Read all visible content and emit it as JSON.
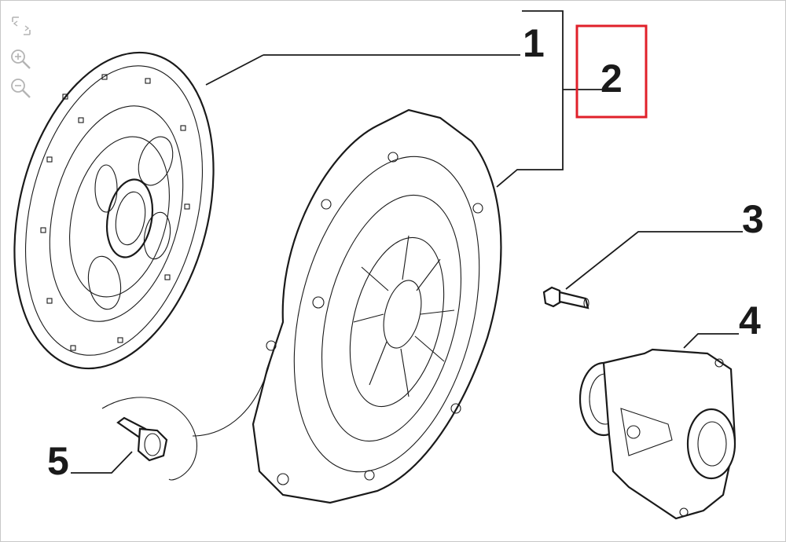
{
  "toolbar": {
    "tools": [
      {
        "name": "fit-to-window-icon"
      },
      {
        "name": "zoom-in-icon"
      },
      {
        "name": "zoom-out-icon"
      }
    ]
  },
  "callouts": [
    "1",
    "2",
    "3",
    "4",
    "5"
  ],
  "highlight": {
    "color": "#e0202a",
    "target": "2"
  },
  "colors": {
    "line": "#1a1a1a",
    "toolbar": "#b4b4b4"
  }
}
